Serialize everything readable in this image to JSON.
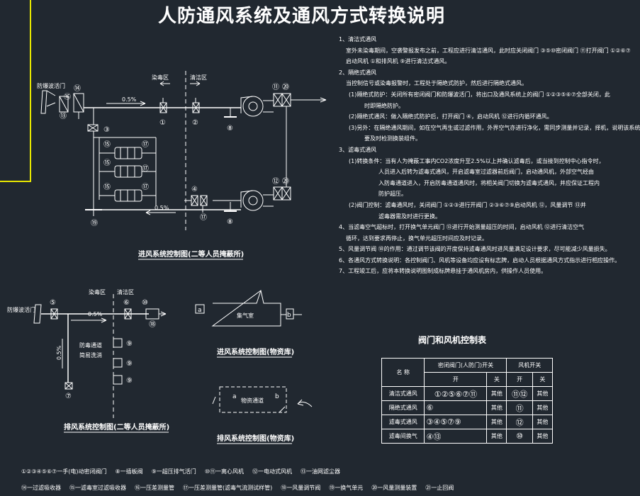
{
  "title": "人防通风系统及通风方式转换说明",
  "colors": {
    "background": "#212830",
    "line": "#ffffff",
    "accent": "#e8e800"
  },
  "diagram1": {
    "caption": "进风系统控制图(二等人员掩蔽所)",
    "inlet_label": "防爆波活门",
    "zone_dirty": "染毒区",
    "zone_clean": "清洁区",
    "slope_top": "0.5%",
    "slope_bottom": "0.5%",
    "tags": {
      "n13": "⑬",
      "n14": "⑭",
      "n16": "⑯",
      "n3": "③",
      "n15a": "⑮",
      "n15b": "⑮",
      "n15c": "⑮",
      "n17a": "⑰",
      "n17b": "⑰",
      "n17c": "⑰",
      "n1": "①",
      "n2": "②",
      "n8a": "⑧",
      "n11": "⑪",
      "n20a": "⑳",
      "n4": "④",
      "n17d": "⑰",
      "n8b": "⑧",
      "n12": "⑫",
      "n20b": "⑳",
      "n19": "⑲"
    }
  },
  "diagram2": {
    "caption": "排风系统控制图(二等人员掩蔽所)",
    "inlet_label": "防爆波活门",
    "zone_dirty": "染毒区",
    "zone_clean": "清洁区",
    "slope_h": "0.5%",
    "slope_v": "0.5%",
    "room_label_1": "防毒通道",
    "room_label_2": "简易洗消",
    "tags": {
      "n5": "⑤",
      "n6": "⑥",
      "n10": "⑩",
      "n18": "⑱",
      "n9a": "⑨",
      "n9b": "⑨",
      "n9c": "⑨",
      "n7": "⑦"
    }
  },
  "diagram3": {
    "caption": "进风系统控制图(物资库)",
    "tag_a": "a",
    "room_label": "集气室",
    "tag_b": "b"
  },
  "diagram4": {
    "caption": "排风系统控制图(物资库)",
    "tag_a": "a",
    "room_label": "物资通道",
    "tag_b": "b"
  },
  "notes": [
    {
      "cls": "",
      "text": "1、清洁式通风"
    },
    {
      "cls": "i1",
      "text": "室外未染毒期间，空袭警报发布之前，工程应进行清洁通风，此时应关闭阀门 ③⑤⑩密闭阀门 ⑪打开阀门 ①②⑥⑦"
    },
    {
      "cls": "i1",
      "text": "启动风机 ①和排风机 ⑨进行清洁式通风。"
    },
    {
      "cls": "",
      "text": "2、隔绝式通风"
    },
    {
      "cls": "i1",
      "text": "当控制信号或染毒报警时，工程处于隔绝式防护，然后进行隔绝式通风。"
    },
    {
      "cls": "i2",
      "text": "(1)隔绝式防护：关闭所有密闭阀门和防爆波活门，将出口及通风系统上的阀门 ①②③⑤⑥⑦全部关闭，此"
    },
    {
      "cls": "i3",
      "text": "时即隔绝防护。"
    },
    {
      "cls": "i2",
      "text": "(2)隔绝式通风：做入隔绝式防护后，打开阀门 ④，启动风机 ⑫进行内循环通风。"
    },
    {
      "cls": "i2",
      "text": "(3)另外：在隔绝通风期间，如在空气再生或过滤作用，外界空气亦进行净化，需同步测量并记录，择机，说明该系统"
    },
    {
      "cls": "i3",
      "text": "要及时检测换装组件。"
    },
    {
      "cls": "",
      "text": "3、滤毒式通风"
    },
    {
      "cls": "i2",
      "text": "(1)转换条件：当有人为掩蔽工事内CO2浓度升至2.5%以上并确认滤毒后，或当接到控制中心指令时，"
    },
    {
      "cls": "i4",
      "text": "人员进入后转为滤毒式通风，开启滤毒室过滤器前后阀门，启动通风机，外部空气经由"
    },
    {
      "cls": "i4",
      "text": "入防毒通道进入，开启防毒通道通风时，将相关阀门切换为滤毒式通风，并应保证工程内"
    },
    {
      "cls": "i4",
      "text": "防护超压。"
    },
    {
      "cls": "i2",
      "text": "(2)阀门控制：滤毒通风时，关闭阀门 ①②③进行开阀门 ②③⑥⑦⑨启动风机 ⑫，风量调节 ⑬并"
    },
    {
      "cls": "i4",
      "text": "滤毒器需及时进行更换。"
    },
    {
      "cls": "",
      "text": "4、当滤毒空气超标时，打开换气单元阀门 ⑬进行开始测量超压的时间，启动风机 ⑫进行清洁空气"
    },
    {
      "cls": "i1",
      "text": "循环，达到要求再停止，换气单元超压时间应及时记录。"
    },
    {
      "cls": "",
      "text": "5、风量调节阀 ⑱的作用：通过调节该阀的开度保持滤毒通风时进风量满足设计要求，尽可能减少风量损失。"
    },
    {
      "cls": "",
      "text": "6、各通风方式转换说明：各控制阀门、风机等设备均应设有标志牌，启动人员根据通风方式指示进行相应操作。"
    },
    {
      "cls": "",
      "text": "7、工程竣工后，应将本转换说明图制成标牌悬挂于通风机房内，供操作人员使用。"
    }
  ],
  "table": {
    "title": "阀门和风机控制表",
    "header_name": "名 称",
    "header_valves": "密闭阀门(人防门)开关",
    "header_fans": "风机开关",
    "sub_open": "开",
    "sub_close": "关",
    "rows": [
      {
        "name": "清洁式通风",
        "open": "①②⑤⑥⑦⑪",
        "close": "其他",
        "fan_open": "⑪⑫",
        "fan_close": "其他"
      },
      {
        "name": "隔绝式通风",
        "open": "⑥",
        "close": "其他",
        "fan_open": "⑪",
        "fan_close": "其他"
      },
      {
        "name": "滤毒式通风",
        "open": "③④⑤⑦⑨",
        "close": "其他",
        "fan_open": "⑫",
        "fan_close": "其他"
      },
      {
        "name": "滤毒间换气",
        "open": "④⑬",
        "close": "其他",
        "fan_open": "⑩",
        "fan_close": "其他"
      }
    ]
  },
  "legend": {
    "row1": [
      "①②③④⑤⑥⑦一手(电)动密闭阀门",
      "⑧一插板阀",
      "⑨一超压排气活门",
      "⑩⑪一离心风机",
      "⑫一电动式风机",
      "⑬一油网滤尘器"
    ],
    "row2": [
      "⑭一过滤吸收器",
      "⑮一滤毒室过滤吸收器",
      "⑯一压差测量管",
      "⑰一压差测量管(滤毒气流测试样管)",
      "⑱一风量调节阀",
      "⑲一换气单元",
      "⑳一风量测量装置",
      "㉑一止回阀"
    ]
  }
}
